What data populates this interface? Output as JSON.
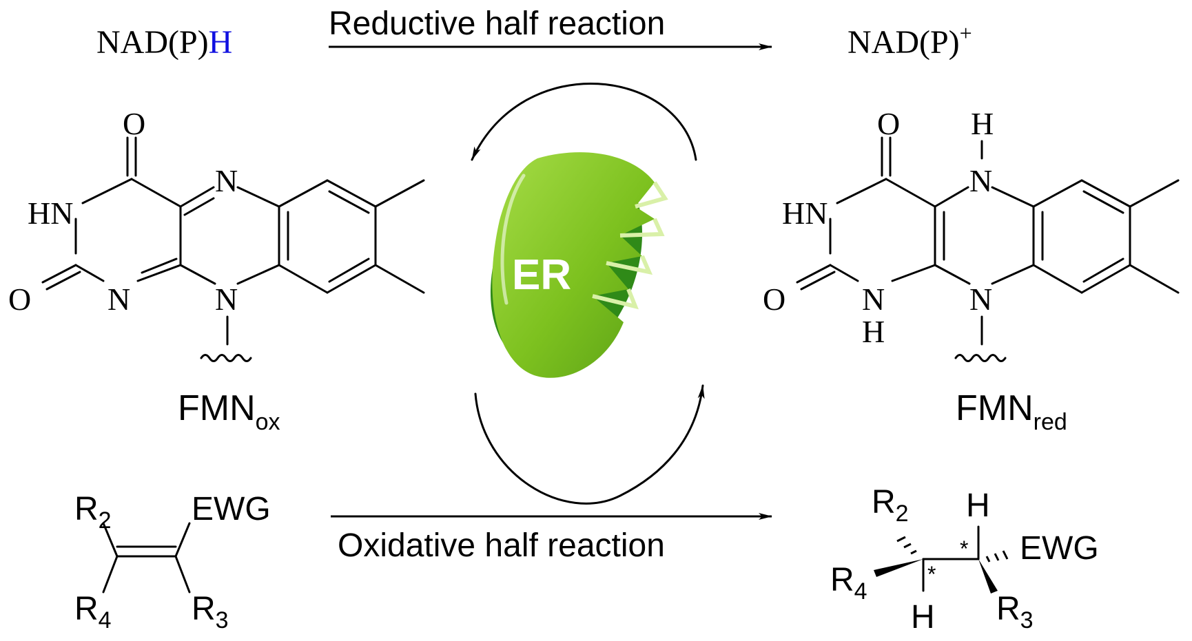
{
  "colors": {
    "hydrogen_highlight": "#1010e0",
    "enzyme_green": "#7dc11f",
    "enzyme_dark": "#2f8a18",
    "enzyme_light": "#d9f0a8"
  },
  "reductive": {
    "label": "Reductive half reaction",
    "nadph_prefix": "NAD(P)",
    "nadph_h": "H",
    "nadp_plus_base": "NAD(P)",
    "nadp_plus_charge": "+"
  },
  "oxidative": {
    "label": "Oxidative half reaction"
  },
  "enzyme": {
    "label": "ER"
  },
  "fmn_ox": {
    "name_base": "FMN",
    "name_sub": "ox",
    "atoms": {
      "o_top": "O",
      "hn": "HN",
      "n_top": "N",
      "o_left": "O",
      "n_bottom": "N",
      "n_center": "N"
    }
  },
  "fmn_red": {
    "name_base": "FMN",
    "name_sub": "red",
    "atoms": {
      "h_top": "H",
      "o_top": "O",
      "n_top": "N",
      "hn": "HN",
      "o_left": "O",
      "n_bottom": "N",
      "h_bottom": "H",
      "n_center": "N"
    }
  },
  "alkene": {
    "r2_base": "R",
    "r2_sub": "2",
    "ewg": "EWG",
    "r4_base": "R",
    "r4_sub": "4",
    "r3_base": "R",
    "r3_sub": "3"
  },
  "product": {
    "r2_base": "R",
    "r2_sub": "2",
    "h_top": "H",
    "star1": "*",
    "star2": "*",
    "ewg": "EWG",
    "r4_base": "R",
    "r4_sub": "4",
    "h_bottom": "H",
    "r3_base": "R",
    "r3_sub": "3"
  }
}
